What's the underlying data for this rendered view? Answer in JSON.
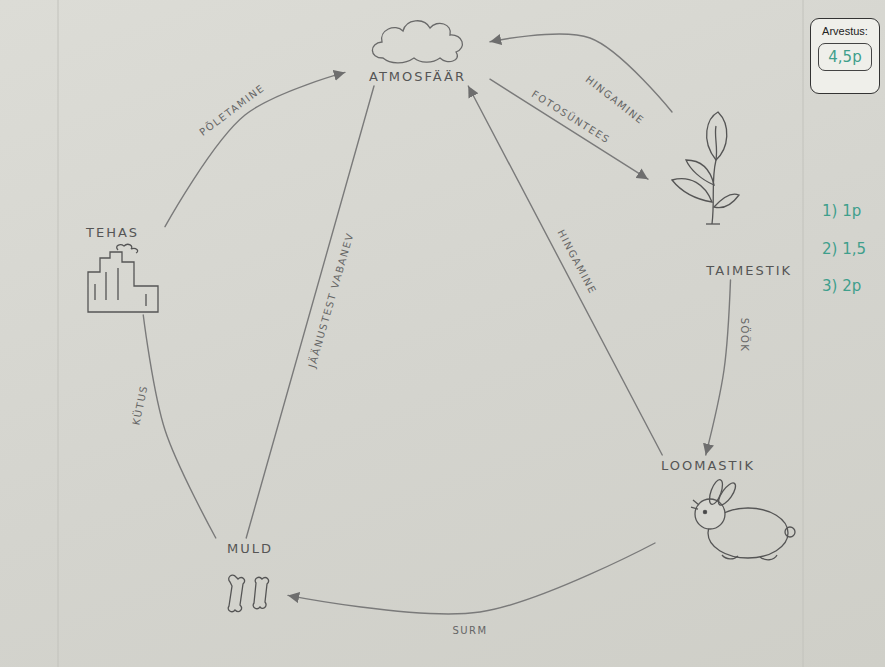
{
  "diagram": {
    "nodes": [
      {
        "text": [
          "ATMOSFÄÄR"
        ]
      },
      {
        "text": [
          "TAIMESTIK"
        ]
      },
      {
        "text": [
          "LOOMASTIK"
        ]
      },
      {
        "text": [
          "MULD"
        ]
      },
      {
        "text": [
          "TEHAS"
        ]
      },
      {
        "text": [
          "Arvestus:",
          "4,5p"
        ]
      }
    ],
    "edges": [
      {
        "from": 1,
        "to": 0,
        "label": "HINGAMINE",
        "arrow": "to"
      },
      {
        "from": 0,
        "to": 1,
        "label": "FOTOSÜNTEES",
        "arrow": "to"
      },
      {
        "from": 1,
        "to": 2,
        "label": "SÖÖK",
        "arrow": "to"
      },
      {
        "from": 2,
        "to": 0,
        "label": "HINGAMINE",
        "arrow": "to"
      },
      {
        "from": 2,
        "to": 3,
        "label": "SURM",
        "arrow": "to"
      },
      {
        "from": 3,
        "to": 0,
        "label": "JÄÄNUSTEST VABANEV",
        "arrow": "none"
      },
      {
        "from": 3,
        "to": 4,
        "label": "KÜTUS",
        "arrow": "none"
      },
      {
        "from": 4,
        "to": 0,
        "label": "PÕLETAMINE",
        "arrow": "to"
      }
    ],
    "labels": [
      "1) 1p",
      "2) 1,5",
      "3) 2p"
    ]
  }
}
